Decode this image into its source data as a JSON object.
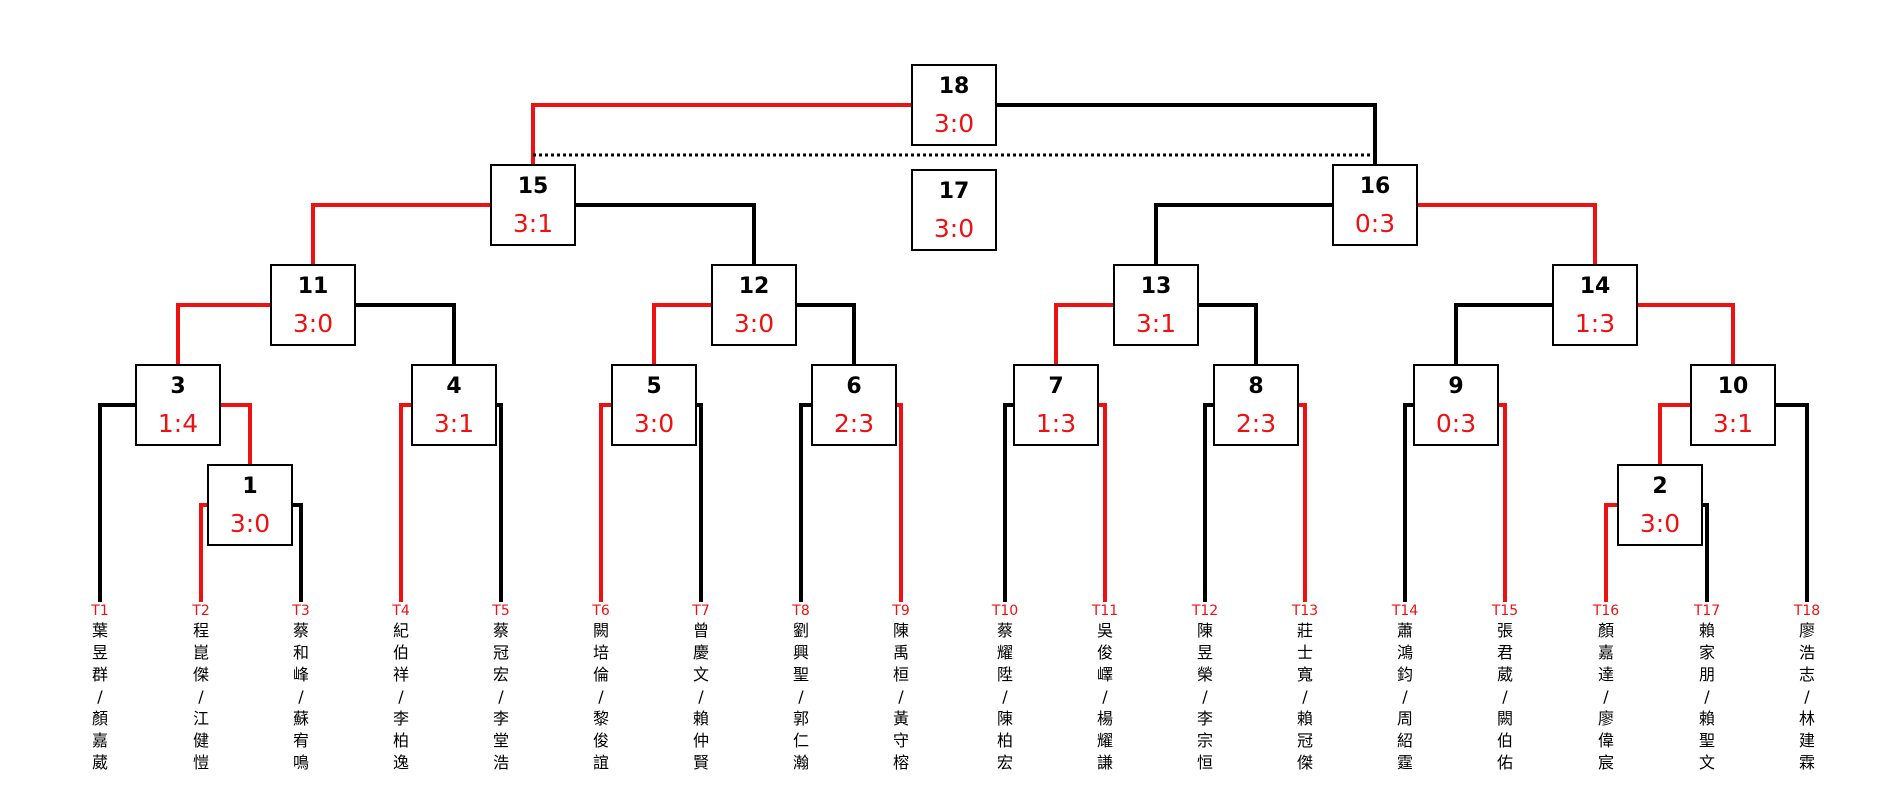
{
  "colors": {
    "winner_path": "#ee1111",
    "normal_path": "#000000",
    "score": "#ee1111",
    "team_label": "#ee1111",
    "box_border": "#000000"
  },
  "matches": [
    {
      "id": "m1",
      "number": "1",
      "score": "3:0"
    },
    {
      "id": "m2",
      "number": "2",
      "score": "3:0"
    },
    {
      "id": "m3",
      "number": "3",
      "score": "1:4"
    },
    {
      "id": "m4",
      "number": "4",
      "score": "3:1"
    },
    {
      "id": "m5",
      "number": "5",
      "score": "3:0"
    },
    {
      "id": "m6",
      "number": "6",
      "score": "2:3"
    },
    {
      "id": "m7",
      "number": "7",
      "score": "1:3"
    },
    {
      "id": "m8",
      "number": "8",
      "score": "2:3"
    },
    {
      "id": "m9",
      "number": "9",
      "score": "0:3"
    },
    {
      "id": "m10",
      "number": "10",
      "score": "3:1"
    },
    {
      "id": "m11",
      "number": "11",
      "score": "3:0"
    },
    {
      "id": "m12",
      "number": "12",
      "score": "3:0"
    },
    {
      "id": "m13",
      "number": "13",
      "score": "3:1"
    },
    {
      "id": "m14",
      "number": "14",
      "score": "1:3"
    },
    {
      "id": "m15",
      "number": "15",
      "score": "3:1"
    },
    {
      "id": "m16",
      "number": "16",
      "score": "0:3"
    },
    {
      "id": "m17",
      "number": "17",
      "score": "3:0"
    },
    {
      "id": "m18",
      "number": "18",
      "score": "3:0"
    }
  ],
  "teams": [
    {
      "id": "T1",
      "label": "T1",
      "players": "葉昱群/顏嘉葳"
    },
    {
      "id": "T2",
      "label": "T2",
      "players": "程崑傑/江健愷"
    },
    {
      "id": "T3",
      "label": "T3",
      "players": "蔡和峰/蘇宥鳴"
    },
    {
      "id": "T4",
      "label": "T4",
      "players": "紀伯祥/李柏逸"
    },
    {
      "id": "T5",
      "label": "T5",
      "players": "蔡冠宏/李堂浩"
    },
    {
      "id": "T6",
      "label": "T6",
      "players": "闕培倫/黎俊誼"
    },
    {
      "id": "T7",
      "label": "T7",
      "players": "曾慶文/賴仲賢"
    },
    {
      "id": "T8",
      "label": "T8",
      "players": "劉興聖/郭仁瀚"
    },
    {
      "id": "T9",
      "label": "T9",
      "players": "陳禹桓/黃守榕"
    },
    {
      "id": "T10",
      "label": "T10",
      "players": "蔡耀陞/陳柏宏"
    },
    {
      "id": "T11",
      "label": "T11",
      "players": "吳俊嶧/楊耀謙"
    },
    {
      "id": "T12",
      "label": "T12",
      "players": "陳昱榮/李宗恒"
    },
    {
      "id": "T13",
      "label": "T13",
      "players": "莊士寬/賴冠傑"
    },
    {
      "id": "T14",
      "label": "T14",
      "players": "蕭鴻鈞/周紹霆"
    },
    {
      "id": "T15",
      "label": "T15",
      "players": "張君葳/闕伯佑"
    },
    {
      "id": "T16",
      "label": "T16",
      "players": "顏嘉達/廖偉宸"
    },
    {
      "id": "T17",
      "label": "T17",
      "players": "賴家朋/賴聖文"
    },
    {
      "id": "T18",
      "label": "T18",
      "players": "廖浩志/林建霖"
    }
  ]
}
